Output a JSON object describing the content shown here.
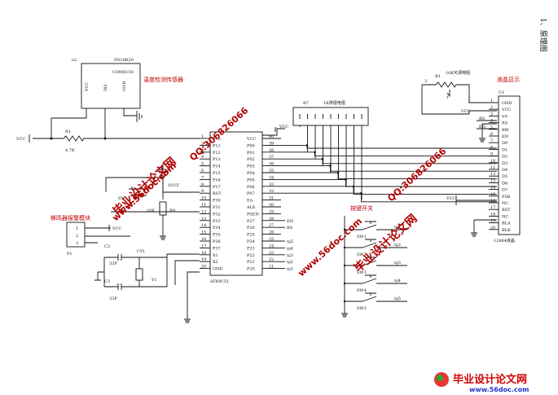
{
  "page_title": "1、原理图",
  "sensor": {
    "ref": "u2",
    "part": "DS18B20",
    "chip": "COM8150",
    "pins": [
      "VCC",
      "DQ",
      "GND"
    ],
    "label": "温度检测传感器",
    "r_ref": "R1",
    "r_val": "4.7K",
    "vcc": "VCC"
  },
  "mcu": {
    "ref": "AT89C51",
    "left_pins": [
      "P10",
      "P11",
      "P12",
      "P13",
      "P14",
      "P15",
      "P16",
      "P17",
      "RST",
      "P30",
      "P31",
      "P32",
      "P33",
      "P34",
      "P35",
      "P36",
      "P37",
      "X1",
      "X2",
      "GND"
    ],
    "left_nums": [
      "1",
      "2",
      "3",
      "4",
      "5",
      "6",
      "7",
      "8",
      "9",
      "10",
      "11",
      "12",
      "13",
      "14",
      "15",
      "16",
      "17",
      "18",
      "19",
      "20"
    ],
    "right_pins": [
      "VCC",
      "P00",
      "P01",
      "P02",
      "P03",
      "P04",
      "P05",
      "P06",
      "P07",
      "EA",
      "ALE",
      "PSEN",
      "P27",
      "P26",
      "P25",
      "P24",
      "P23",
      "P22",
      "P21",
      "P20"
    ],
    "right_nums": [
      "40",
      "39",
      "38",
      "37",
      "36",
      "35",
      "34",
      "33",
      "32",
      "31",
      "30",
      "29",
      "28",
      "27",
      "26",
      "25",
      "24",
      "23",
      "22",
      "21"
    ],
    "port_labels": [
      "EN",
      "RS",
      "nj5",
      "nj4",
      "nj3",
      "nj2",
      "nj1"
    ]
  },
  "resnet": {
    "ref": "R7",
    "label": "1K排阻电阻",
    "vcc": "VCC"
  },
  "lcd": {
    "ref": "U1",
    "label": "液晶显示",
    "pot_ref": "R1",
    "pot_label": "10K可调电阻",
    "num": "3",
    "pins": [
      "GND",
      "VCC",
      "V0",
      "RS",
      "RW",
      "EN",
      "D0",
      "D1",
      "D2",
      "D3",
      "D4",
      "D5",
      "D6",
      "D7",
      "PSB",
      "NC",
      "RST",
      "NC",
      "BLA",
      "BLK"
    ],
    "part": "12864液晶",
    "vcc": "VCC"
  },
  "reset": {
    "sw": "SW",
    "cap": "10UF",
    "res": "10K",
    "res_ref": "R9",
    "vcc": "VCC"
  },
  "crystal": {
    "c2": "C2",
    "c3": "C3",
    "c_val": "33P",
    "xtal": "CY1",
    "y": "Y1"
  },
  "buzzer": {
    "label": "蜂鸣器报警模块",
    "ref": "P1",
    "pins": [
      "1",
      "2",
      "3"
    ],
    "vcc": "VCC"
  },
  "keys": {
    "label": "按键开关",
    "items": [
      {
        "sw": "SW1",
        "net": "nj1"
      },
      {
        "sw": "SW2",
        "net": "nj2"
      },
      {
        "sw": "SW3",
        "net": "nj3"
      },
      {
        "sw": "SW4",
        "net": "nj4"
      },
      {
        "sw": "SW5",
        "net": "nj5"
      }
    ]
  },
  "watermarks": {
    "site": "毕业设计论文网",
    "url": "www.56doc.com",
    "qq": "QQ:306826066"
  },
  "footer": {
    "site": "毕业设计论文网",
    "url": "www.56doc.com"
  }
}
